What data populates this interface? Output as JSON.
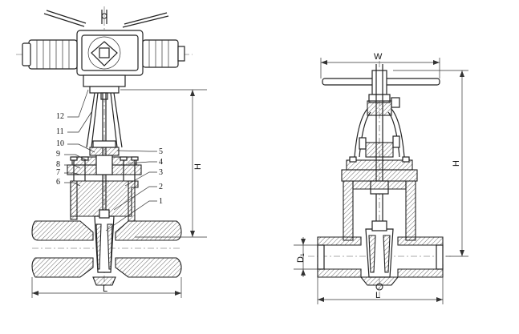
{
  "left_view": {
    "part_numbers": [
      "12",
      "11",
      "10",
      "9",
      "8",
      "7",
      "6",
      "5",
      "4",
      "3",
      "2",
      "1"
    ],
    "dimensions": {
      "height": "H",
      "length": "L"
    }
  },
  "right_view": {
    "dimensions": {
      "width": "W",
      "height": "H",
      "length": "L",
      "bore": "D₁"
    }
  }
}
